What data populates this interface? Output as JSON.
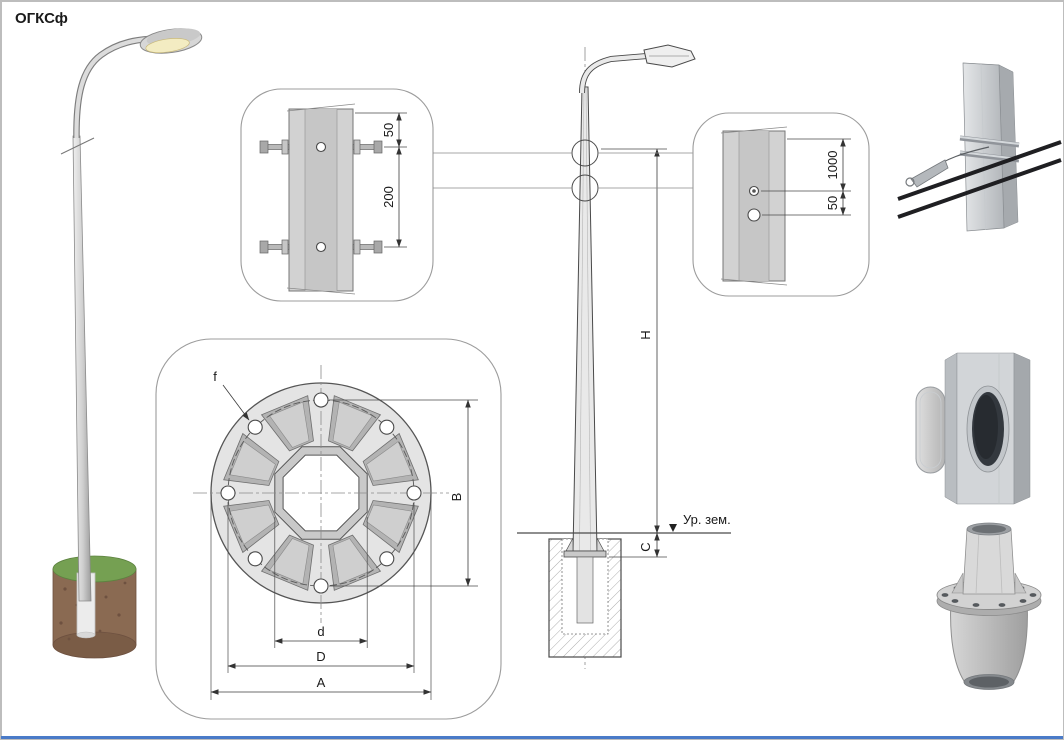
{
  "page": {
    "title": "ОГКСф",
    "bottom_bar_color": "#4a7bc8"
  },
  "clamp_detail": {
    "dim_offset_top": "50",
    "dim_spacing": "200"
  },
  "flange_detail": {
    "hole_label": "f",
    "dim_vertical": "B",
    "dim_inner": "d",
    "dim_bolt_circle": "D",
    "dim_outer": "A"
  },
  "elevation": {
    "dim_height": "H",
    "dim_embed": "C",
    "ground_label": "Ур. зем."
  },
  "handhole_detail": {
    "dim_position": "1000",
    "dim_offset": "50"
  }
}
